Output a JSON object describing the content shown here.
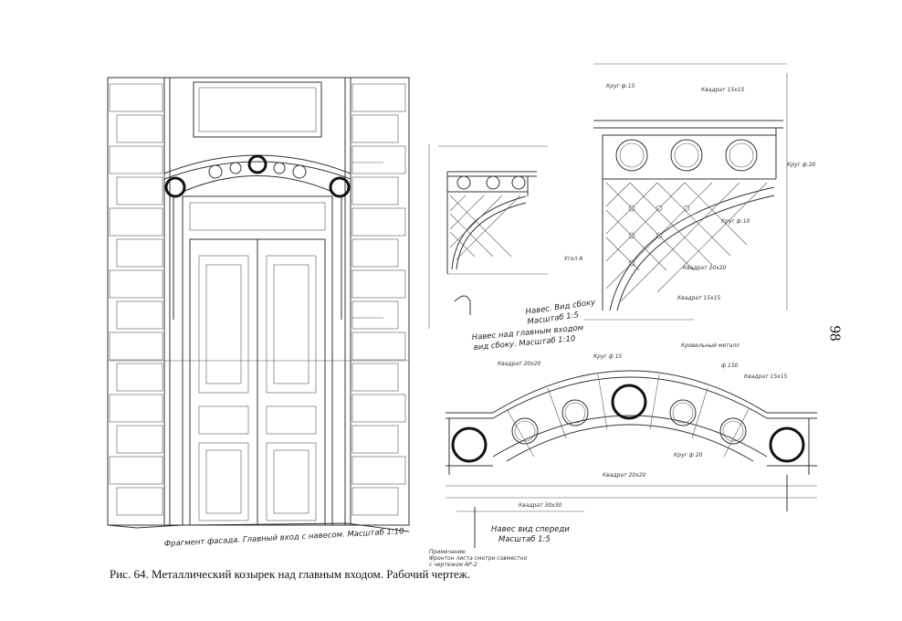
{
  "caption": "Рис. 64. Металлический козырек над главным входом. Рабочий чертеж.",
  "page_number": "98",
  "facade": {
    "title": "Фрагмент фасада. Главный вход с навесом. Масштаб 1:10"
  },
  "side_small": {
    "title_line1": "Навес над главным входом",
    "title_line2": "вид сбоку. Масштаб 1:10"
  },
  "side_large": {
    "title_line1": "Навес. Вид сбоку",
    "title_line2": "Масштаб 1:5",
    "labels": {
      "krug_top": "Круг ф.15",
      "kvadrat_top": "Квадрат 15х15",
      "krug20": "Круг ф.20",
      "krug10": "Круг ф.10",
      "ugol": "Угол А",
      "kvadrat20": "Квадрат 20х20",
      "kvadrat15": "Квадрат 15х15"
    }
  },
  "front": {
    "title_line1": "Навес вид спереди",
    "title_line2": "Масштаб 1:5",
    "labels": {
      "krug15": "Круг ф 15",
      "krovel": "Кровельный металл",
      "kvadrat2020": "Квадрат 20х20",
      "f150": "ф 150",
      "kvadrat1515": "Квадрат 15х15",
      "krug20": "Круг ф 20",
      "kvadrat2020b": "Квадрат 20х20",
      "kvadrat3030": "Квадрат 30х30"
    }
  },
  "note": {
    "line1": "Примечание:",
    "line2": "Фронтон листа смотри совместно",
    "line3": "с чертежом АР-2"
  }
}
